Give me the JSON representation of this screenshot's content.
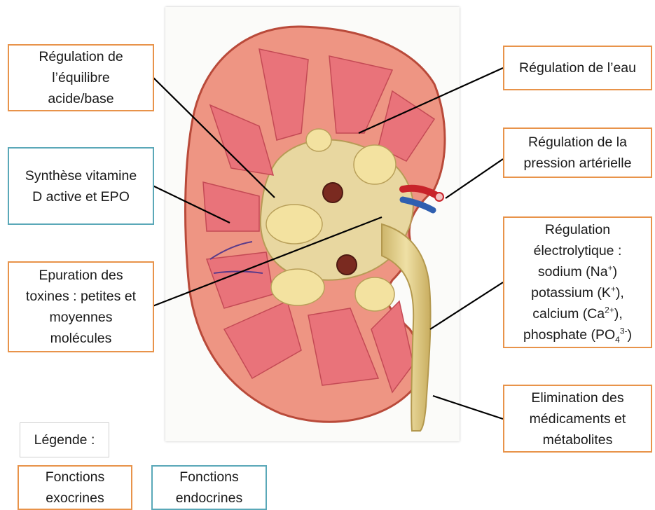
{
  "colors": {
    "exocrine_border": "#e8934a",
    "endocrine_border": "#5aa8b8",
    "cortex": "#ee9583",
    "pyramid": "#e9737a",
    "pelvis": "#e9d79a",
    "ureter": "#d9c37a"
  },
  "labels": {
    "acid_base": [
      "Régulation de",
      "l’équilibre",
      "acide/base"
    ],
    "vitamin_d": [
      "Synthèse vitamine",
      "D active et EPO"
    ],
    "toxins": [
      "Epuration des",
      "toxines : petites et",
      "moyennes",
      "molécules"
    ],
    "water": [
      "Régulation de l’eau"
    ],
    "blood_pressure": [
      "Régulation de la",
      "pression artérielle"
    ],
    "electrolytes": {
      "line1": "Régulation",
      "line2": "électrolytique :",
      "sodium": "sodium (Na",
      "sodium_sup": "+",
      "sodium_end": ")",
      "potassium": "potassium (K",
      "potassium_sup": "+",
      "potassium_end": "),",
      "calcium": "calcium (Ca",
      "calcium_sup": "2+",
      "calcium_end": "),",
      "phosphate": "phosphate (PO",
      "phosphate_sub": "4",
      "phosphate_sup": "3-",
      "phosphate_end": ")"
    },
    "drugs": [
      "Elimination des",
      "médicaments et",
      "métabolites"
    ]
  },
  "legend": {
    "title": "Légende :",
    "exocrine": [
      "Fonctions",
      "exocrines"
    ],
    "endocrine": [
      "Fonctions",
      "endocrines"
    ]
  }
}
